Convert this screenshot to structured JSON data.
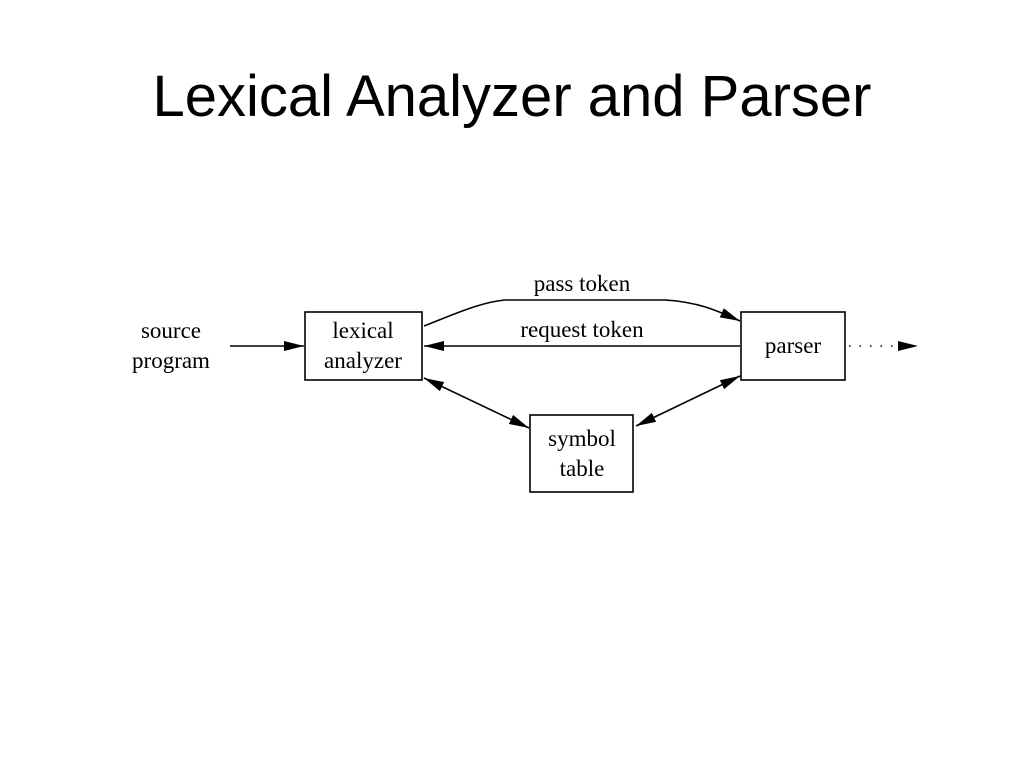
{
  "title": "Lexical Analyzer and Parser",
  "diagram": {
    "nodes": {
      "source": {
        "line1": "source",
        "line2": "program"
      },
      "lexer": {
        "line1": "lexical",
        "line2": "analyzer"
      },
      "parser": {
        "line1": "parser"
      },
      "symtab": {
        "line1": "symbol",
        "line2": "table"
      }
    },
    "edges": {
      "pass_token": "pass token",
      "request_token": "request token"
    }
  }
}
